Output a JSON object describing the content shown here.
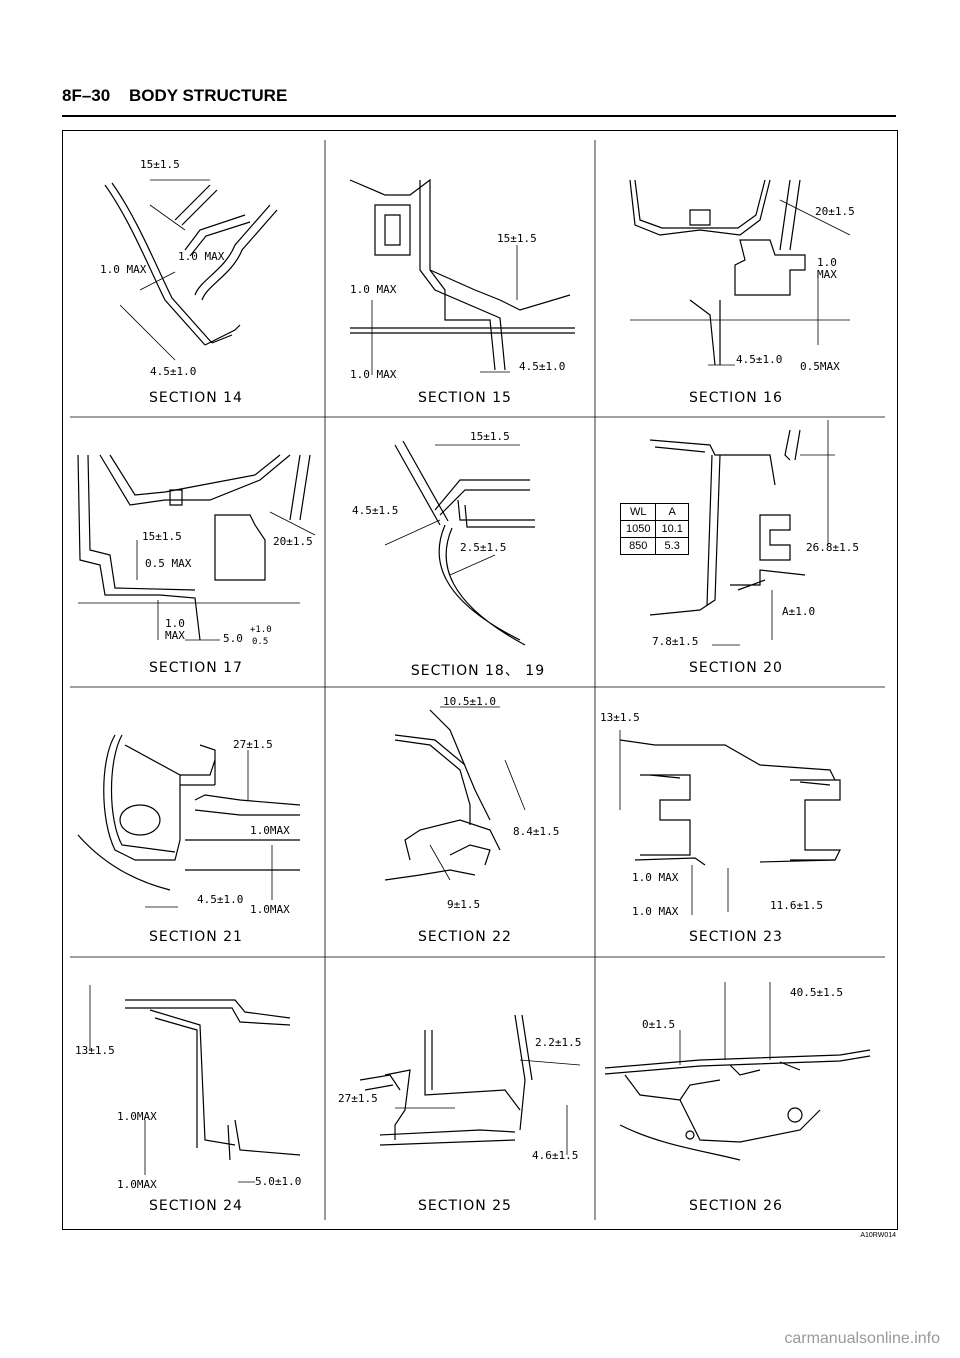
{
  "header": {
    "page_number": "8F–30",
    "title": "BODY STRUCTURE"
  },
  "sections": [
    "SECTION 14",
    "SECTION 15",
    "SECTION 16",
    "SECTION 17",
    "SECTION 18、 19",
    "SECTION 20",
    "SECTION 21",
    "SECTION 22",
    "SECTION 23",
    "SECTION 24",
    "SECTION 25",
    "SECTION 26"
  ],
  "dims": {
    "s14": [
      "15±1.5",
      "1.0 MAX",
      "1.0 MAX",
      "4.5±1.0"
    ],
    "s15": [
      "15±1.5",
      "1.0 MAX",
      "1.0 MAX",
      "4.5±1.0"
    ],
    "s16": [
      "20±1.5",
      "1.0",
      "MAX",
      "4.5±1.0",
      "0.5MAX"
    ],
    "s17": [
      "15±1.5",
      "0.5 MAX",
      "20±1.5",
      "1.0",
      "MAX",
      "5.0",
      "+1.0",
      "0.5"
    ],
    "s18": [
      "15±1.5",
      "4.5±1.5",
      "2.5±1.5"
    ],
    "s20": [
      "26.8±1.5",
      "A±1.0",
      "7.8±1.5"
    ],
    "s21": [
      "27±1.5",
      "1.0MAX",
      "4.5±1.0",
      "1.0MAX"
    ],
    "s22": [
      "10.5±1.0",
      "8.4±1.5",
      "9±1.5"
    ],
    "s23": [
      "13±1.5",
      "1.0 MAX",
      "1.0 MAX",
      "11.6±1.5"
    ],
    "s24": [
      "13±1.5",
      "1.0MAX",
      "1.0MAX",
      "5.0±1.0"
    ],
    "s25": [
      "2.2±1.5",
      "27±1.5",
      "4.6±1.5"
    ],
    "s26": [
      "40.5±1.5",
      "0±1.5"
    ]
  },
  "wl_table": {
    "headers": [
      "WL",
      "A"
    ],
    "rows": [
      [
        "1050",
        "10.1"
      ],
      [
        "850",
        "5.3"
      ]
    ]
  },
  "figure_code": "A10RW014",
  "watermark": "carmanualsonline.info"
}
